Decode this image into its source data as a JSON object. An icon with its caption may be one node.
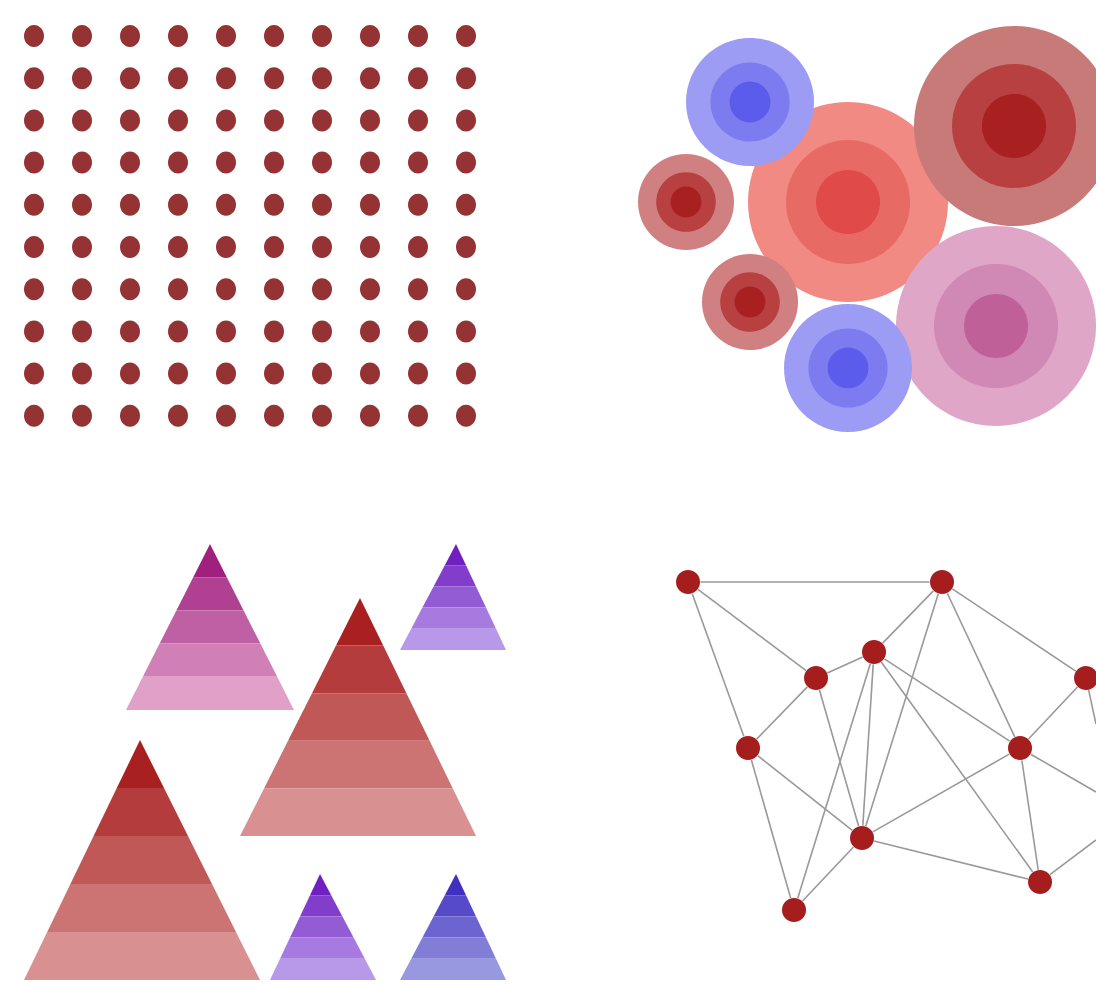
{
  "diagram": {
    "nodes": [
      {
        "text": [],
        "shape": "circle"
      },
      {
        "text": [],
        "shape": "circle"
      },
      {
        "text": [],
        "shape": "circle"
      },
      {
        "text": [],
        "shape": "circle"
      },
      {
        "text": [],
        "shape": "circle"
      },
      {
        "text": [],
        "shape": "circle"
      },
      {
        "text": [],
        "shape": "circle"
      },
      {
        "text": [],
        "shape": "circle"
      },
      {
        "text": [],
        "shape": "circle"
      },
      {
        "text": [],
        "shape": "circle"
      }
    ],
    "edges": [
      {
        "from": 0,
        "to": 1,
        "arrow": "none"
      },
      {
        "from": 0,
        "to": 3,
        "arrow": "none"
      },
      {
        "from": 0,
        "to": 5,
        "arrow": "none"
      },
      {
        "from": 1,
        "to": 2,
        "arrow": "none"
      },
      {
        "from": 1,
        "to": 7,
        "arrow": "none"
      },
      {
        "from": 1,
        "to": 6,
        "arrow": "none"
      },
      {
        "from": 1,
        "to": 4,
        "arrow": "none"
      },
      {
        "from": 3,
        "to": 2,
        "arrow": "none"
      },
      {
        "from": 3,
        "to": 5,
        "arrow": "none"
      },
      {
        "from": 3,
        "to": 7,
        "arrow": "none"
      },
      {
        "from": 2,
        "to": 7,
        "arrow": "none"
      },
      {
        "from": 2,
        "to": 9,
        "arrow": "none"
      },
      {
        "from": 2,
        "to": 6,
        "arrow": "none"
      },
      {
        "from": 2,
        "to": 8,
        "arrow": "none"
      },
      {
        "from": 5,
        "to": 7,
        "arrow": "none"
      },
      {
        "from": 5,
        "to": 9,
        "arrow": "none"
      },
      {
        "from": 7,
        "to": 9,
        "arrow": "none"
      },
      {
        "from": 7,
        "to": 6,
        "arrow": "none"
      },
      {
        "from": 7,
        "to": 8,
        "arrow": "none"
      },
      {
        "from": 6,
        "to": 8,
        "arrow": "none"
      },
      {
        "from": 6,
        "to": 4,
        "arrow": "none"
      },
      {
        "from": 6,
        "to": null,
        "arrow": "none"
      },
      {
        "from": 8,
        "to": null,
        "arrow": "none"
      },
      {
        "from": 4,
        "to": null,
        "arrow": "none"
      }
    ]
  }
}
